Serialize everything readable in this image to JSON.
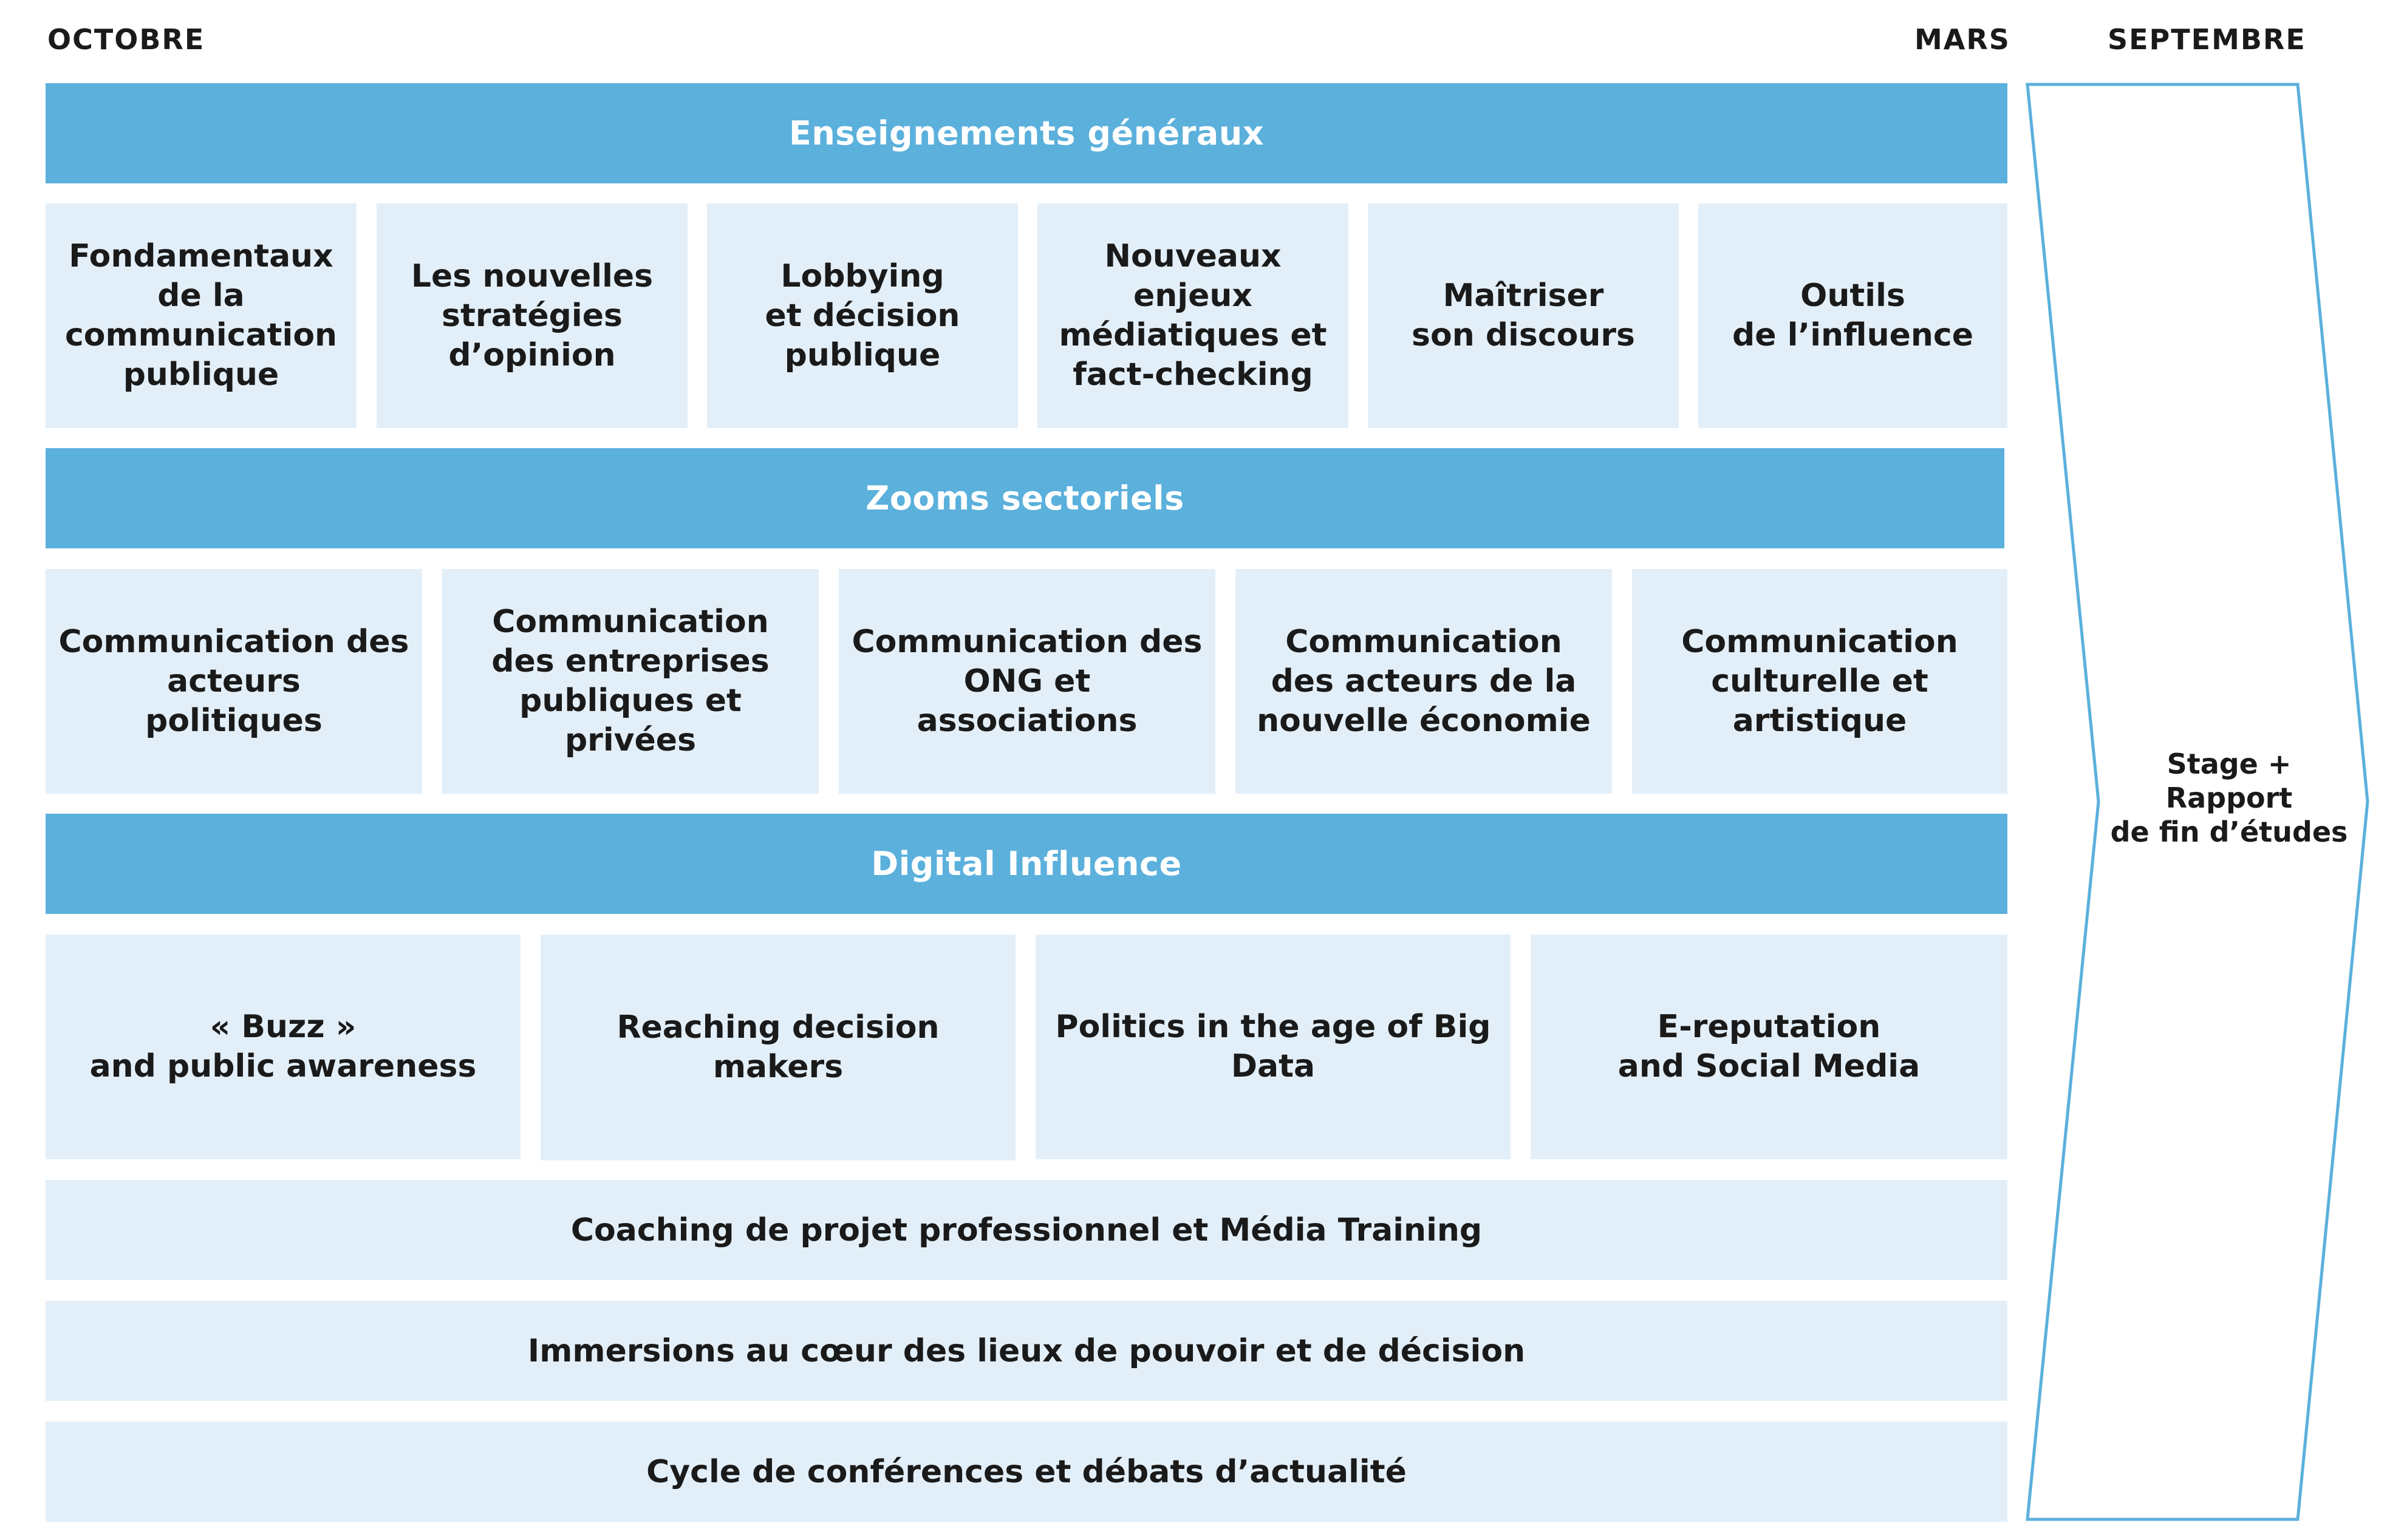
{
  "timeline": {
    "start": "OCTOBRE",
    "middle": "MARS",
    "end": "SEPTEMBRE"
  },
  "sections": [
    {
      "title": "Enseignements généraux",
      "items": [
        "Fondamentaux\nde la\ncommunication\npublique",
        "Les nouvelles\nstratégies\nd’opinion",
        "Lobbying\net décision\npublique",
        "Nouveaux\nenjeux\nmédiatiques et\nfact-checking",
        "Maîtriser\nson discours",
        "Outils\nde l’influence"
      ]
    },
    {
      "title": "Zooms sectoriels",
      "items": [
        "Communication des\nacteurs\npolitiques",
        "Communication\ndes entreprises\npubliques et privées",
        "Communication des\nONG et associations",
        "Communication\ndes acteurs de la\nnouvelle économie",
        "Communication\nculturelle et\nartistique"
      ]
    },
    {
      "title": "Digital Influence",
      "items": [
        "« Buzz »\nand public awareness",
        "Reaching decision makers",
        "Politics in the age of Big\nData",
        "E-reputation\nand Social Media"
      ]
    }
  ],
  "cross_modules": [
    "Coaching de projet professionnel et Média Training",
    "Immersions au cœur des lieux de pouvoir et de décision",
    "Cycle de conférences et débats d’actualité"
  ],
  "final_phase": "Stage +\nRapport\nde fin d’études",
  "colors": {
    "header": "#5bb0dc",
    "cell": "#e3eff8",
    "arrow_stroke": "#5bb0dc"
  }
}
